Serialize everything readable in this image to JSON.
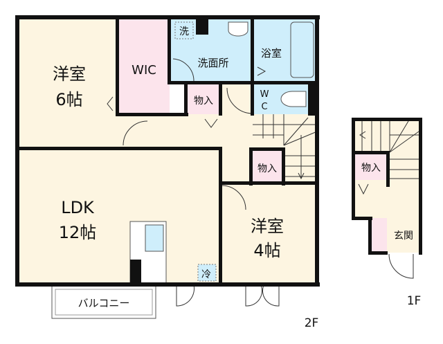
{
  "floor_2f": {
    "label": "2F",
    "rooms": {
      "western_6": {
        "name": "洋室",
        "size": "6帖"
      },
      "wic": "WIC",
      "washroom": "洗面所",
      "washer": "洗",
      "bath": "浴室",
      "storage_a": "物入",
      "wc_top": "W",
      "wc_bottom": "C",
      "storage_b": "物入",
      "ldk": {
        "name": "LDK",
        "size": "12帖"
      },
      "western_4": {
        "name": "洋室",
        "size": "4帖"
      },
      "fridge": "冷",
      "balcony": "バルコニー"
    }
  },
  "floor_1f": {
    "label": "1F",
    "rooms": {
      "storage": "物入",
      "entrance": "玄関"
    }
  }
}
